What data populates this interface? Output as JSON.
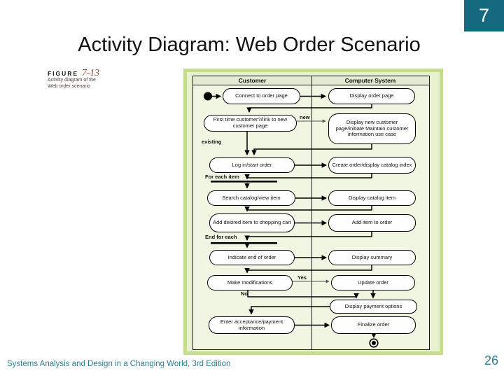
{
  "slide": {
    "corner_number": "7",
    "title": "Activity Diagram: Web Order Scenario",
    "footer_text": "Systems Analysis and Design in a Changing World, 3rd Edition",
    "page_number": "26"
  },
  "figure": {
    "label": "FIGURE",
    "number": "7-13",
    "caption_line1": "Activity diagram of the",
    "caption_line2": "Web order scenario"
  },
  "diagram": {
    "lane_headers": [
      "Customer",
      "Computer System"
    ],
    "nodes": {
      "connect": "Connect to order page",
      "display_order_page": "Display order page",
      "first_time": "First time customer?/link to new customer page",
      "display_new_customer": "Display new customer page/initiate Maintain customer information use case",
      "login": "Log in/start order",
      "create_order": "Create order/display catalog index",
      "search_catalog": "Search catalog/view item",
      "display_catalog_item": "Display catalog item",
      "add_item_cart": "Add desired item to shopping cart",
      "add_item_order": "Add item to order",
      "indicate_end": "Indicate end of order",
      "display_summary": "Display summary",
      "make_mods": "Make modifications",
      "update_order": "Update order",
      "display_payment": "Display payment options",
      "enter_acceptance": "Enter acceptance/payment information",
      "finalize": "Finalize order"
    },
    "guards": {
      "new": "new",
      "existing": "existing",
      "yes": "Yes",
      "no": "No"
    },
    "loops": {
      "start": "For each item",
      "end": "End for each"
    }
  },
  "colors": {
    "accent_teal": "#15697e",
    "footer_teal": "#2e7e92",
    "figure_red": "#9c3a24",
    "panel_border_green": "#c4dd8e",
    "panel_bg_green": "#e7f1cf",
    "lane_bg": "#f1f6e2",
    "lane_header_bg": "#e2ebd1"
  }
}
